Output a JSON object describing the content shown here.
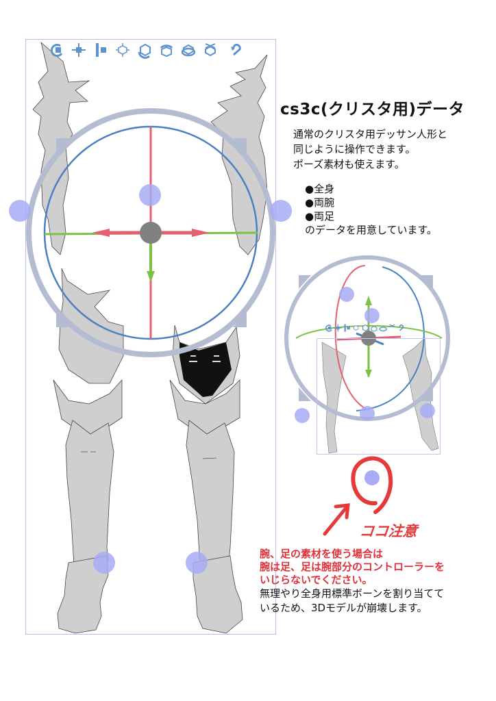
{
  "heading": {
    "title": "cs3c(クリスタ用)データ"
  },
  "description": {
    "lines": [
      "通常のクリスタ用デッサン人形と",
      "同じように操作できます。",
      "ポーズ素材も使えます。"
    ]
  },
  "data_list": {
    "items": [
      "●全身",
      "●両腕",
      "●両足"
    ],
    "footer": "のデータを用意しています。"
  },
  "warning": {
    "handwritten_label": "ココ注意",
    "lines": [
      "腕、足の素材を使う場合は",
      "腕は足、足は腕部分のコントローラーを",
      "いじらないでください。"
    ],
    "note_lines": [
      "無理やり全身用標準ボーンを割り当てて",
      "いるため、3Dモデルが崩壊します。"
    ]
  },
  "toolbar": {
    "tools": [
      {
        "icon": "camera-rotate-icon"
      },
      {
        "icon": "camera-pan-icon"
      },
      {
        "icon": "camera-dolly-icon"
      },
      {
        "icon": "object-move-icon"
      },
      {
        "icon": "object-rotate-icon"
      },
      {
        "icon": "object-rotate-horizontal-icon"
      },
      {
        "icon": "object-rotate-plane-icon"
      },
      {
        "icon": "snap-to-floor-icon"
      },
      {
        "icon": "reset-undo-icon"
      }
    ]
  },
  "colors": {
    "gizmo_ring": "#b3bcd0",
    "axis_x": "#e5606e",
    "axis_y": "#7cc144",
    "axis_z": "#4a7fc0",
    "joint_handle": "#a8abf5",
    "center_pivot": "#808080",
    "toolbar_icon": "#5b93cf",
    "warning_red": "#e0303a",
    "armor_fill": "#cfcfcf",
    "frame_border": "#b9bdf0"
  }
}
